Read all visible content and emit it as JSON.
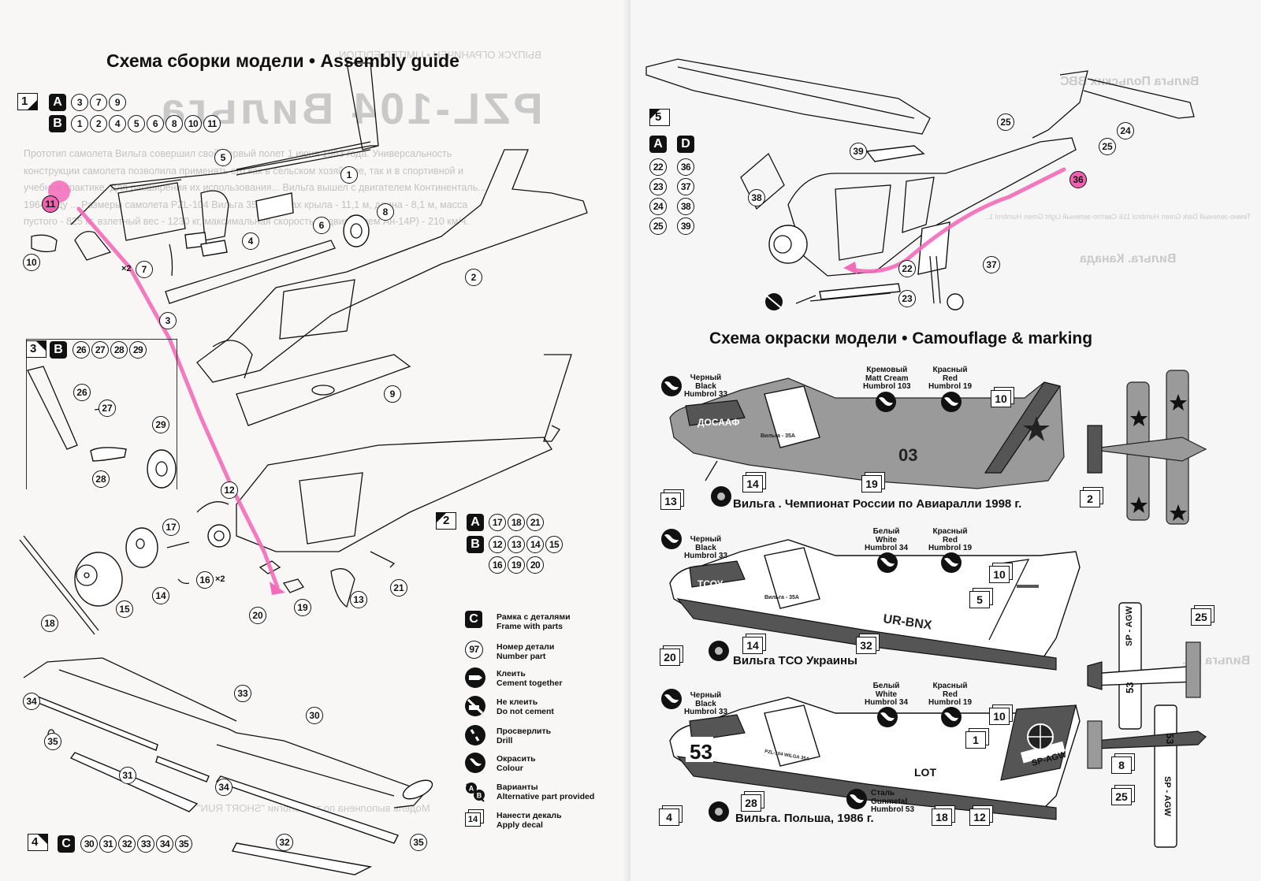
{
  "background_text": {
    "left_title_ghost": "PZL-104 Вильга",
    "left_edition_ghost": "ВЫПУСК ОГРАНИЧЕН • LIMITED EDITION",
    "left_paragraph_ghost": "Прототип самолета Вильга совершил свой первый полет 1 июня 1963 года. Универсальность конструкции самолета позволила применять его как в сельском хозяйстве, так и в спортивной и учебной практике. Для расширения их использования... Вильга вышел с двигателем Континенталь... 1964 году ... Размеры самолета PZL-104 Вильга 35А: размах крыла - 11,1 м, длина - 8,1 м, масса пустого - 825 кг, взлетный вес - 1230 кг, максимальная скорость (с двигателем Ан-14Р) - 210 км/ч.",
    "left_footer_ghost": "Модель выполнена по технологии \"SHORT RUN\"",
    "right_ghost_1": "Вильга Польских ВВС",
    "right_ghost_2": "Вильга. Канада",
    "right_ghost_3": "Вильга Б...",
    "right_ghost_paint_1": "Светло-зеленый Light Green Humbrol 1..",
    "right_ghost_paint_2": "Темно-зеленый Dark Green Humbrol 116"
  },
  "assembly": {
    "title": "Схема сборки модели • Assembly guide",
    "steps": [
      {
        "step": "1",
        "groups": [
          {
            "frame": "A",
            "parts": [
              "3",
              "7",
              "9"
            ]
          },
          {
            "frame": "B",
            "parts": [
              "1",
              "2",
              "4",
              "5",
              "6",
              "8",
              "10",
              "11"
            ]
          }
        ]
      },
      {
        "step": "2",
        "groups": [
          {
            "frame": "A",
            "parts": [
              "17",
              "18",
              "21"
            ]
          },
          {
            "frame": "B",
            "parts": [
              "12",
              "13",
              "14",
              "15",
              "16",
              "19",
              "20"
            ]
          }
        ]
      },
      {
        "step": "3",
        "groups": [
          {
            "frame": "B",
            "parts": [
              "26",
              "27",
              "28",
              "29"
            ]
          }
        ]
      },
      {
        "step": "4",
        "groups": [
          {
            "frame": "C",
            "parts": [
              "30",
              "31",
              "32",
              "33",
              "34",
              "35"
            ]
          }
        ]
      },
      {
        "step": "5",
        "groups": [
          {
            "frame": "A",
            "parts": [
              "22",
              "23",
              "24",
              "25"
            ]
          },
          {
            "frame": "D",
            "parts": [
              "36",
              "37",
              "38",
              "39"
            ]
          }
        ]
      }
    ],
    "multipliers": {
      "part7": "×2",
      "part16": "×2"
    },
    "highlighted_parts": [
      "11",
      "36"
    ],
    "highlight_color": "#f062b0"
  },
  "legend": [
    {
      "icon": "frame-icon",
      "glyph": "C",
      "ru": "Рамка с деталями",
      "en": "Frame with parts"
    },
    {
      "icon": "part-number-icon",
      "glyph": "97",
      "ru": "Номер детали",
      "en": "Number part"
    },
    {
      "icon": "cement-icon",
      "ru": "Клеить",
      "en": "Cement together"
    },
    {
      "icon": "do-not-cement-icon",
      "ru": "Не клеить",
      "en": "Do not cement"
    },
    {
      "icon": "drill-icon",
      "ru": "Просверлить",
      "en": "Drill"
    },
    {
      "icon": "paint-brush-icon",
      "ru": "Окрасить",
      "en": "Colour"
    },
    {
      "icon": "alternative-part-icon",
      "glyph_a": "A",
      "glyph_b": "B",
      "ru": "Варианты",
      "en": "Alternative part provided"
    },
    {
      "icon": "decal-icon",
      "glyph": "14",
      "ru": "Нанести декаль",
      "en": "Apply decal"
    }
  ],
  "camouflage": {
    "title": "Схема окраски модели • Camouflage & marking",
    "schemes": [
      {
        "caption": "Вильга . Чемпионат России по Авиаралли 1998 г.",
        "fuselage_text": "ДОСААФ",
        "number": "03",
        "small_text": "Вильга - 35А",
        "paints": [
          {
            "ru": "Черный",
            "en": "Black",
            "code": "Humbrol 33"
          },
          {
            "ru": "Кремовый",
            "en": "Matt Cream",
            "code": "Humbrol 103"
          },
          {
            "ru": "Красный",
            "en": "Red",
            "code": "Humbrol 19"
          }
        ],
        "decals": [
          "13",
          "14",
          "19",
          "10",
          "2"
        ]
      },
      {
        "caption": "Вильга  ТСО Украины",
        "fuselage_text": "ТСОУ",
        "registration": "UR-BNX",
        "small_text": "Вильга - 35А",
        "paints": [
          {
            "ru": "Черный",
            "en": "Black",
            "code": "Humbrol 33"
          },
          {
            "ru": "Белый",
            "en": "White",
            "code": "Humbrol 34"
          },
          {
            "ru": "Красный",
            "en": "Red",
            "code": "Humbrol 19"
          }
        ],
        "decals": [
          "20",
          "14",
          "32",
          "10",
          "5",
          "25"
        ]
      },
      {
        "caption": "Вильга. Польша, 1986 г.",
        "number": "53",
        "registration": "SP-AGW",
        "airline": "LOT",
        "small_text": "PZL-104  WILGA 35A",
        "paints": [
          {
            "ru": "Черный",
            "en": "Black",
            "code": "Humbrol 33"
          },
          {
            "ru": "Белый",
            "en": "White",
            "code": "Humbrol 34"
          },
          {
            "ru": "Красный",
            "en": "Red",
            "code": "Humbrol 19"
          },
          {
            "ru": "Сталь",
            "en": "Gunmetal",
            "code": "Humbrol 53"
          }
        ],
        "decals": [
          "4",
          "28",
          "18",
          "12",
          "10",
          "1",
          "8",
          "25",
          "25"
        ]
      }
    ],
    "top_view_labels": {
      "wing_reg": "SP - AGW",
      "wing_number": "53"
    }
  }
}
